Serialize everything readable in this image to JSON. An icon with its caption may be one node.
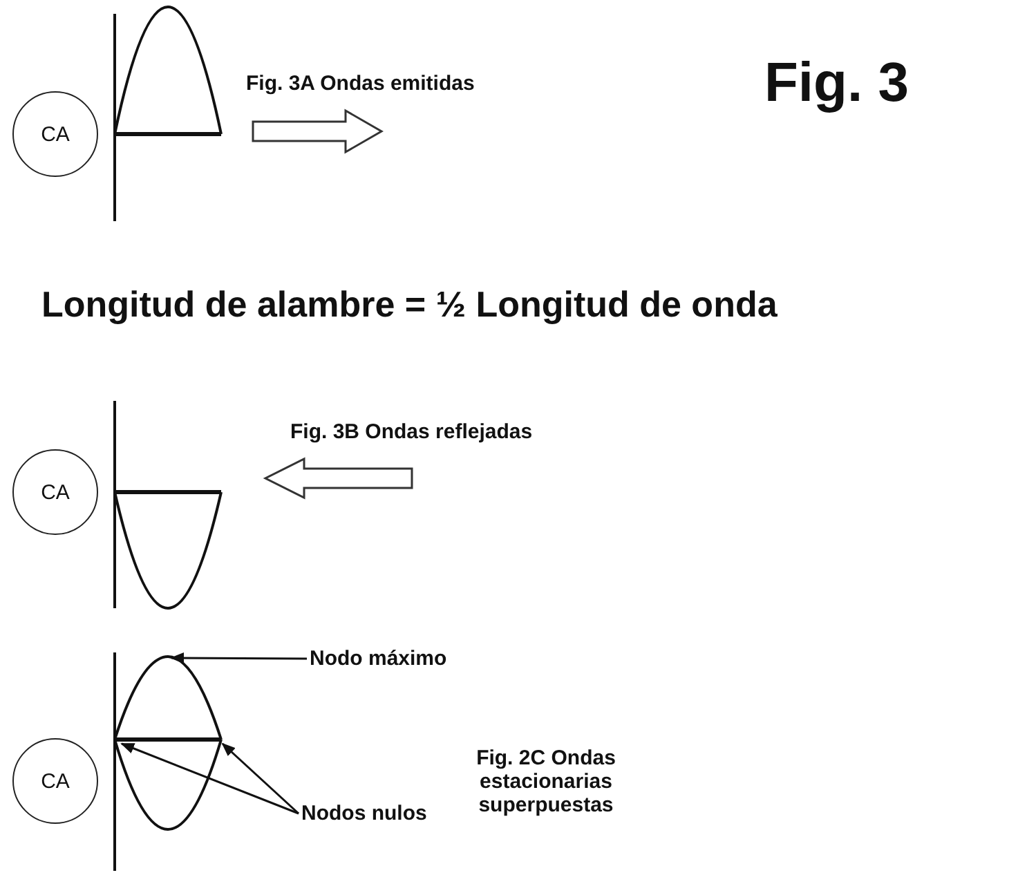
{
  "diagram": {
    "nodes": [
      {
        "text": [
          "CA"
        ]
      },
      {
        "text": [
          "CA"
        ]
      },
      {
        "text": [
          "CA"
        ]
      },
      {
        "text": [
          "Nodo máximo"
        ]
      },
      {
        "text": [
          "Nodos nulos"
        ]
      },
      {
        "text": [],
        "shape": "picture"
      }
    ],
    "edges": [
      {
        "from": 3,
        "to": 5,
        "arrow": "to"
      },
      {
        "from": 4,
        "to": 5,
        "arrow": "to"
      },
      {
        "from": 4,
        "to": 5,
        "arrow": "to"
      }
    ],
    "labels": [
      "Fig. 3A Ondas emitidas",
      "Fig. 3",
      "Longitud de alambre = ½ Longitud de onda",
      "Fig. 3B Ondas reflejadas",
      "Fig. 2C Ondas estacionarias superpuestas"
    ]
  }
}
